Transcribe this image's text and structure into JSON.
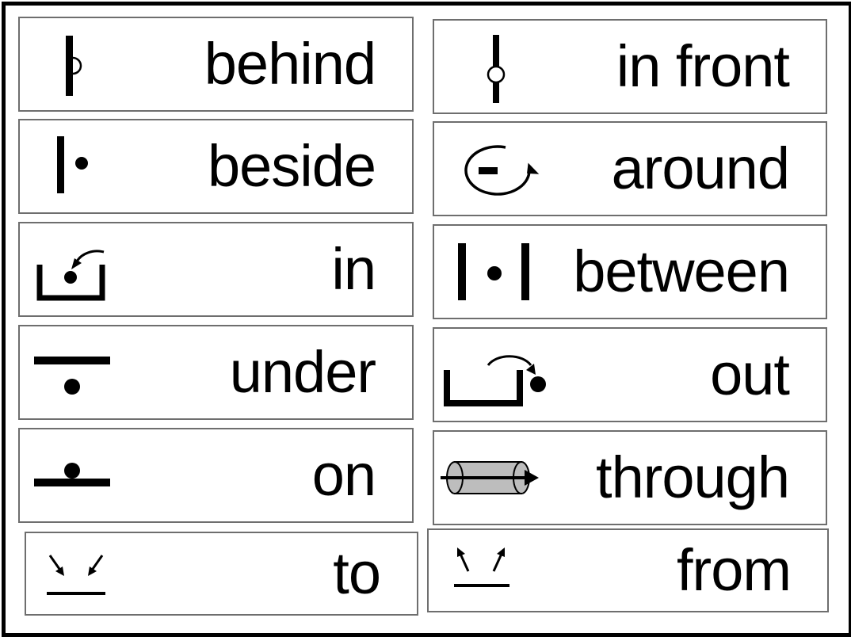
{
  "cards": [
    {
      "id": "behind",
      "word": "behind",
      "icon": "behind-symbol-icon"
    },
    {
      "id": "in-front",
      "word": "in front",
      "icon": "in-front-symbol-icon"
    },
    {
      "id": "beside",
      "word": "beside",
      "icon": "beside-symbol-icon"
    },
    {
      "id": "around",
      "word": "around",
      "icon": "around-symbol-icon"
    },
    {
      "id": "in",
      "word": "in",
      "icon": "in-symbol-icon"
    },
    {
      "id": "between",
      "word": "between",
      "icon": "between-symbol-icon"
    },
    {
      "id": "under",
      "word": "under",
      "icon": "under-symbol-icon"
    },
    {
      "id": "out",
      "word": "out",
      "icon": "out-symbol-icon"
    },
    {
      "id": "on",
      "word": "on",
      "icon": "on-symbol-icon"
    },
    {
      "id": "through",
      "word": "through",
      "icon": "through-symbol-icon"
    },
    {
      "id": "to",
      "word": "to",
      "icon": "to-symbol-icon"
    },
    {
      "id": "from",
      "word": "from",
      "icon": "from-symbol-icon"
    }
  ],
  "colors": {
    "ink": "#000000",
    "card_border": "#6e6e6e",
    "tube_fill": "#bdbdbd"
  }
}
